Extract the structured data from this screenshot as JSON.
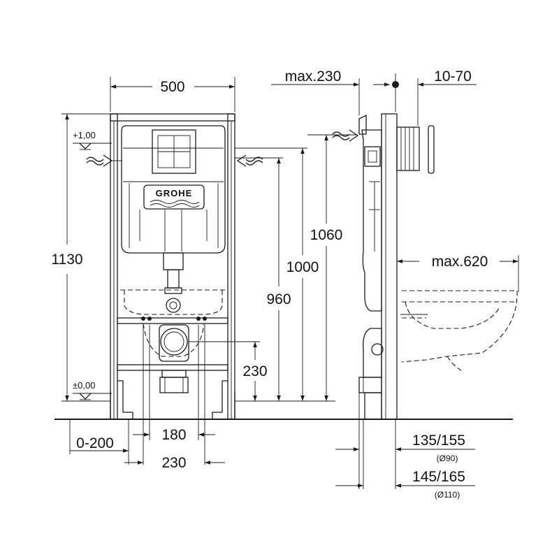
{
  "front_view": {
    "brand": "GROHE",
    "width": "500",
    "height": "1130",
    "level_top": "+1,00",
    "level_zero": "±0,00",
    "water_height_1000": "1000",
    "water_height_960": "960",
    "drain_height": "230",
    "offset_range": "0-200",
    "bolt_spacing": "180",
    "frame_gap": "230"
  },
  "side_view": {
    "max_front": "max.230",
    "button_depth": "10-70",
    "total_height": "1060",
    "bowl_max": "max.620",
    "pipe_90": "135/155",
    "pipe_90_label": "(Ø90)",
    "pipe_110": "145/165",
    "pipe_110_label": "(Ø110)"
  }
}
